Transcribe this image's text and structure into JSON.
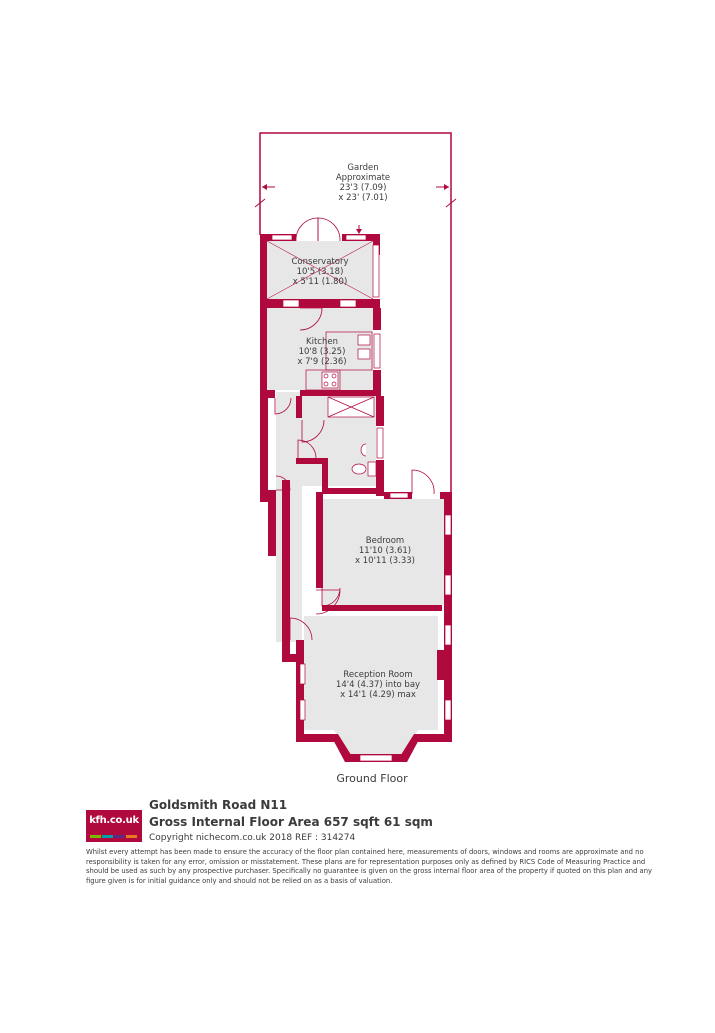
{
  "colors": {
    "wall": "#b0093d",
    "room_fill": "#e7e7e8",
    "text": "#3b3b3b"
  },
  "rooms": {
    "garden": {
      "name": "Garden",
      "line2": "Approximate",
      "line3": "23'3 (7.09)",
      "line4": "x 23' (7.01)"
    },
    "conservatory": {
      "name": "Conservatory",
      "line2": "10'5 (3.18)",
      "line3": "x 5'11 (1.80)"
    },
    "kitchen": {
      "name": "Kitchen",
      "line2": "10'8 (3.25)",
      "line3": "x 7'9 (2.36)"
    },
    "bedroom": {
      "name": "Bedroom",
      "line2": "11'10 (3.61)",
      "line3": "x 10'11 (3.33)"
    },
    "reception": {
      "name": "Reception Room",
      "line2": "14'4 (4.37) into bay",
      "line3": "x 14'1 (4.29) max"
    }
  },
  "floor_label": "Ground Floor",
  "footer": {
    "logo_text": "kfh.co.uk",
    "logo_colors": [
      "#7ab800",
      "#00a0af",
      "#5b2c83",
      "#e87722"
    ],
    "address": "Goldsmith Road N11",
    "area": "Gross Internal Floor Area 657 sqft 61 sqm",
    "copyright": "Copyright nichecom.co.uk 2018 REF : 314274",
    "disclaimer": "Whilst every attempt has been made to ensure the accuracy of the floor plan contained here, measurements of doors, windows and rooms are approximate and no responsibility is taken for any error, omission or misstatement.  These plans are for representation purposes only as defined by RICS Code of Measuring Practice and should be used as such by any prospective purchaser.  Specifically no guarantee is given on the gross internal floor area of the property if quoted on this plan and any figure given is for initial guidance only and should not be relied on as a basis of valuation."
  }
}
